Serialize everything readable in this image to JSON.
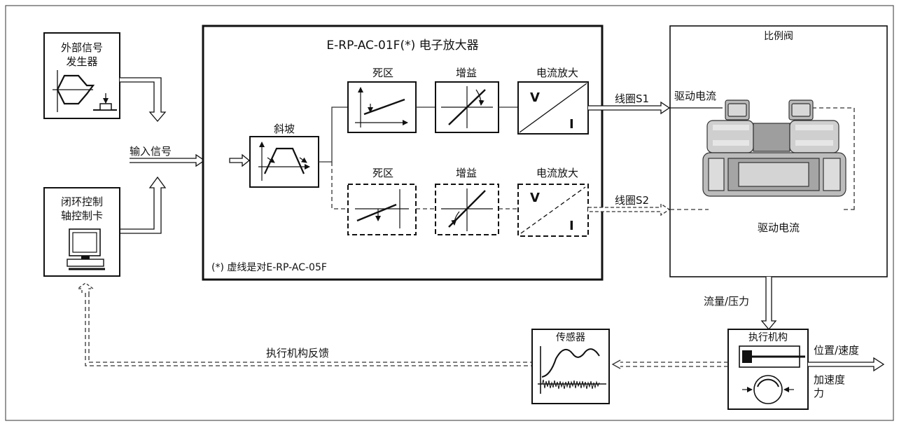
{
  "signal_generator": {
    "line1": "外部信号",
    "line2": "发生器"
  },
  "input_signal": "输入信号",
  "closed_loop_card": {
    "line1": "闭环控制",
    "line2": "轴控制卡"
  },
  "amplifier": {
    "title": "E-RP-AC-01F(*) 电子放大器",
    "footnote": "(*) 虚线是对E-RP-AC-05F",
    "ramp_label": "斜坡",
    "channel1": {
      "deadband": "死区",
      "gain": "增益",
      "current_amp": "电流放大"
    },
    "channel2": {
      "deadband": "死区",
      "gain": "增益",
      "current_amp": "电流放大"
    },
    "v_symbol": "V",
    "i_symbol": "I"
  },
  "coil_s1": "线圈S1",
  "coil_s2": "线圈S2",
  "valve": {
    "title": "比例阀",
    "drive_current_top": "驱动电流",
    "drive_current_bottom": "驱动电流"
  },
  "flow_pressure": "流量/压力",
  "actuator": {
    "title": "执行机构"
  },
  "outputs": {
    "line1": "位置/速度",
    "line2": "加速度",
    "line3": "力"
  },
  "sensor": {
    "title": "传感器"
  },
  "feedback": "执行机构反馈"
}
